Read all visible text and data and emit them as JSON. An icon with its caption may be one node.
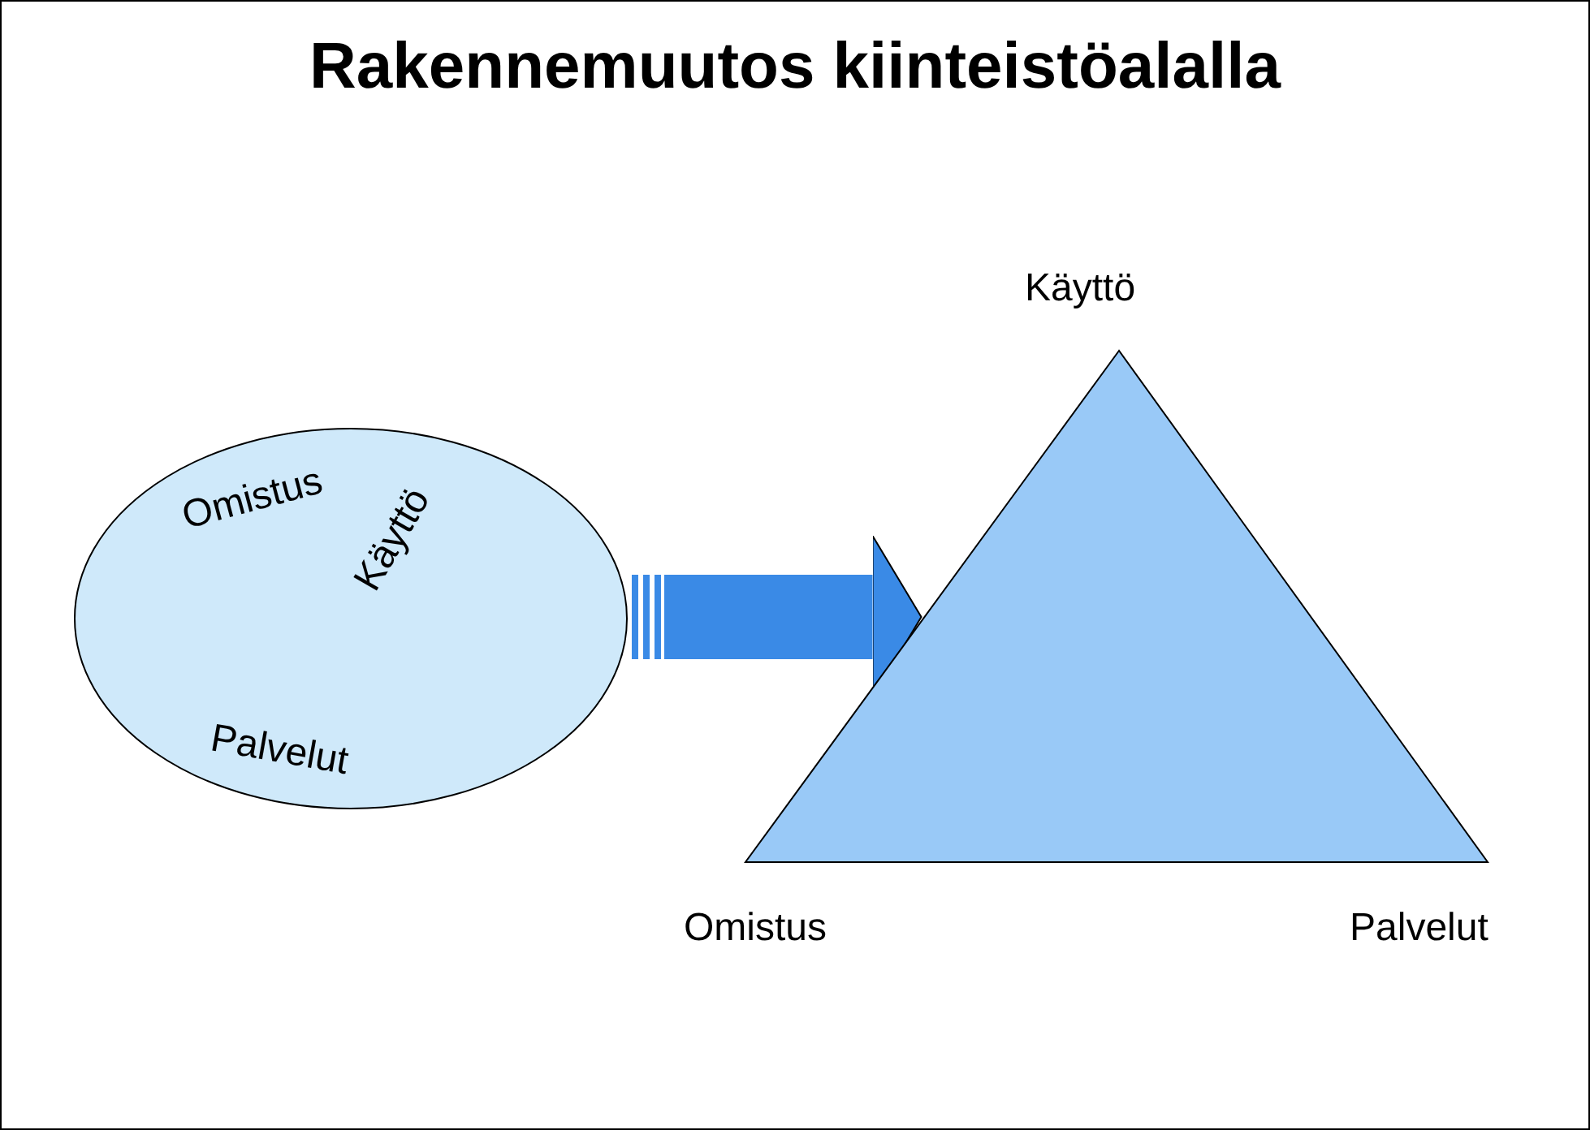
{
  "diagram": {
    "title": "Rakennemuutos kiinteistöalalla",
    "nodes": [
      {
        "text": [
          "Omistus",
          "Käyttö",
          "Palvelut"
        ]
      },
      {
        "text": [
          "Käyttö",
          "Omistus",
          "Palvelut"
        ]
      }
    ],
    "edges": [
      {
        "from": 0,
        "to": 1,
        "arrow": "to"
      }
    ]
  }
}
